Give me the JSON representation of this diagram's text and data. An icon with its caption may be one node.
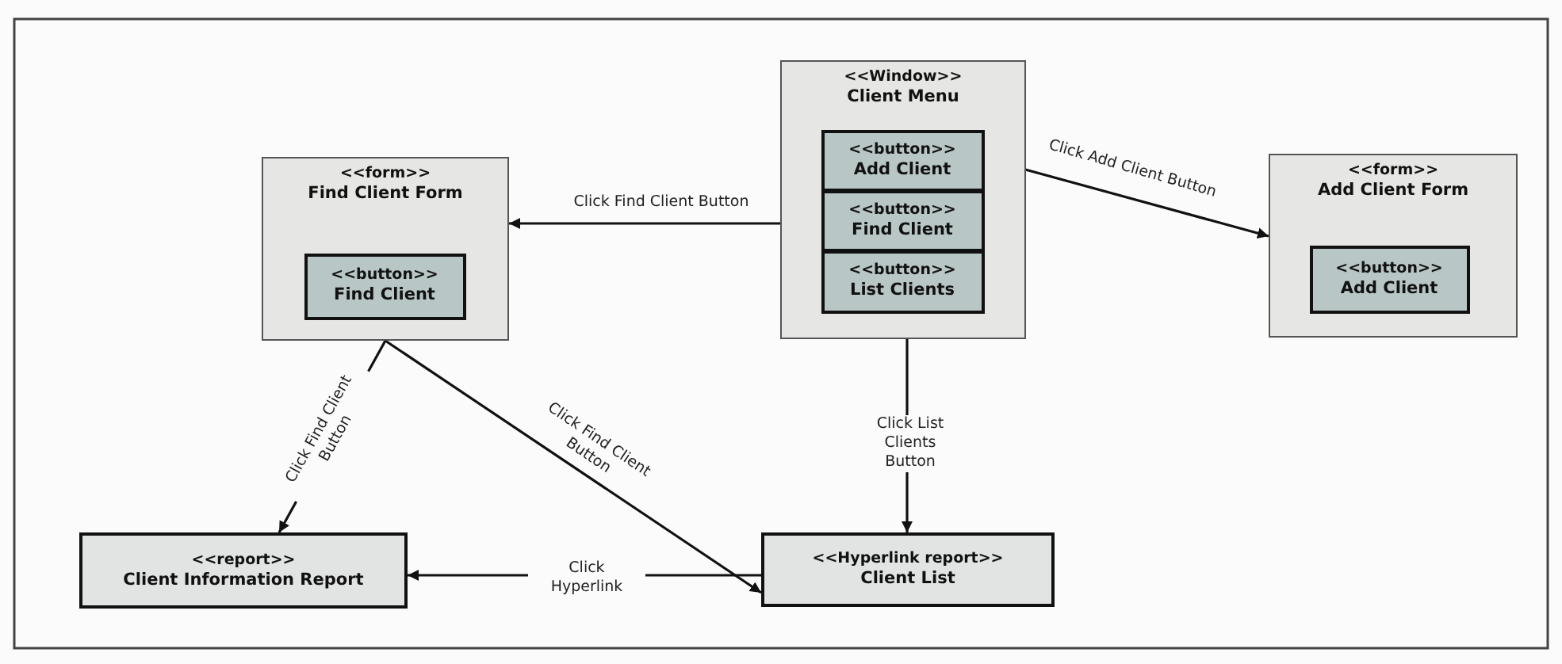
{
  "diagram": {
    "nodes": [
      {
        "text": [
          "<<form>>",
          "Find Client Form"
        ]
      },
      {
        "text": [
          "<<button>>",
          "Find Client"
        ],
        "in": 0
      },
      {
        "text": [
          "<<Window>>",
          "Client Menu"
        ]
      },
      {
        "text": [
          "<<button>>",
          "Add Client"
        ],
        "in": 2
      },
      {
        "text": [
          "<<button>>",
          "Find Client"
        ],
        "in": 2
      },
      {
        "text": [
          "<<button>>",
          "List Clients"
        ],
        "in": 2
      },
      {
        "text": [
          "<<form>>",
          "Add Client Form"
        ]
      },
      {
        "text": [
          "<<button>>",
          "Add Client"
        ],
        "in": 6
      },
      {
        "text": [
          "<<report>>",
          "Client Information Report"
        ]
      },
      {
        "text": [
          "<<Hyperlink report>>",
          "Client List"
        ]
      }
    ],
    "edges": [
      {
        "from": 4,
        "to": 0,
        "arrow": "to",
        "label": "Click Find Client Button"
      },
      {
        "from": 3,
        "to": 6,
        "arrow": "to",
        "label": "Click Add Client Button"
      },
      {
        "from": 0,
        "to": 8,
        "arrow": "to",
        "label": "Click Find Client Button"
      },
      {
        "from": 0,
        "to": 9,
        "arrow": "to",
        "label": "Click Find Client Button"
      },
      {
        "from": 5,
        "to": 9,
        "arrow": "to",
        "label": "Click List Clients Button"
      },
      {
        "from": 9,
        "to": 8,
        "arrow": "to",
        "label": "Click Hyperlink"
      }
    ]
  }
}
